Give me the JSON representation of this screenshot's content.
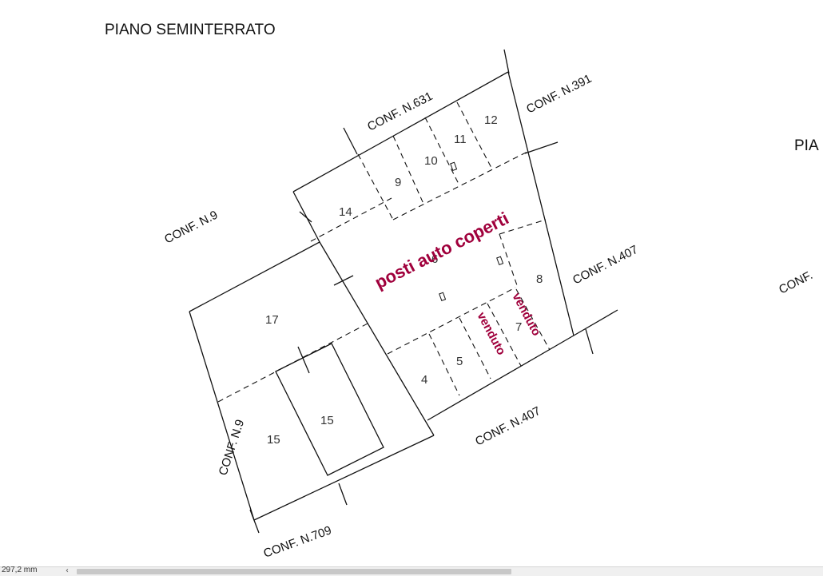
{
  "title": "PIANO SEMINTERRATO",
  "right_partial_title": "PIA",
  "right_partial_label": "CONF.",
  "boundaries": {
    "conf_631": "CONF. N.631",
    "conf_391": "CONF. N.391",
    "conf_9_left": "CONF. N.9",
    "conf_407_right": "CONF. N.407",
    "conf_407_bottom": "CONF. N.407",
    "conf_9_vertical": "CONF. N.9",
    "conf_709": "CONF. N.709"
  },
  "units": {
    "u4": "4",
    "u5": "5",
    "u6": "6",
    "u7": "7",
    "u8": "8",
    "u9": "9",
    "u10": "10",
    "u11": "11",
    "u12": "12",
    "u14": "14",
    "u15a": "15",
    "u15b": "15",
    "u17": "17"
  },
  "annotations": {
    "covered_parking": "posti auto coperti",
    "sold_1": "venduto",
    "sold_2": "venduto"
  },
  "status_bar": {
    "measure": "297,2 mm",
    "scroll_left_icon": "chevron-left-icon"
  },
  "colors": {
    "annotation": "#a0003c",
    "lines": "#111111"
  }
}
